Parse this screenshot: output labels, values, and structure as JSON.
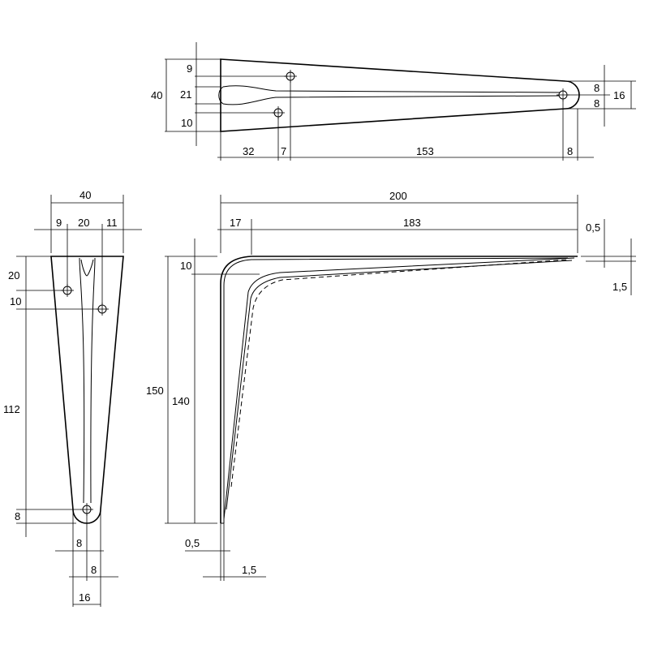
{
  "top_view": {
    "dims": {
      "height_total": "40",
      "hole_top_offset": "9",
      "slot_width": "21",
      "hole_bottom_offset": "10",
      "tip_upper": "8",
      "tip_lower": "8",
      "tip_width": "16",
      "len_a": "32",
      "len_b": "7",
      "len_c": "153",
      "len_d": "8"
    }
  },
  "front_view": {
    "dims": {
      "width_total": "40",
      "w_left": "9",
      "w_mid": "20",
      "w_right": "11",
      "v_top": "20",
      "v_hole": "10",
      "v_long": "112",
      "v_tip": "8",
      "h_tip_a": "8",
      "h_tip_b": "8",
      "h_tip_total": "16"
    }
  },
  "side_view": {
    "dims": {
      "length_total": "200",
      "len_radius": "17",
      "len_arm": "183",
      "thick_end": "0,5",
      "height_total": "150",
      "height_inner": "140",
      "fillet": "10",
      "thick_top": "1,5",
      "thick_bottom_a": "0,5",
      "thick_bottom_b": "1,5"
    }
  }
}
